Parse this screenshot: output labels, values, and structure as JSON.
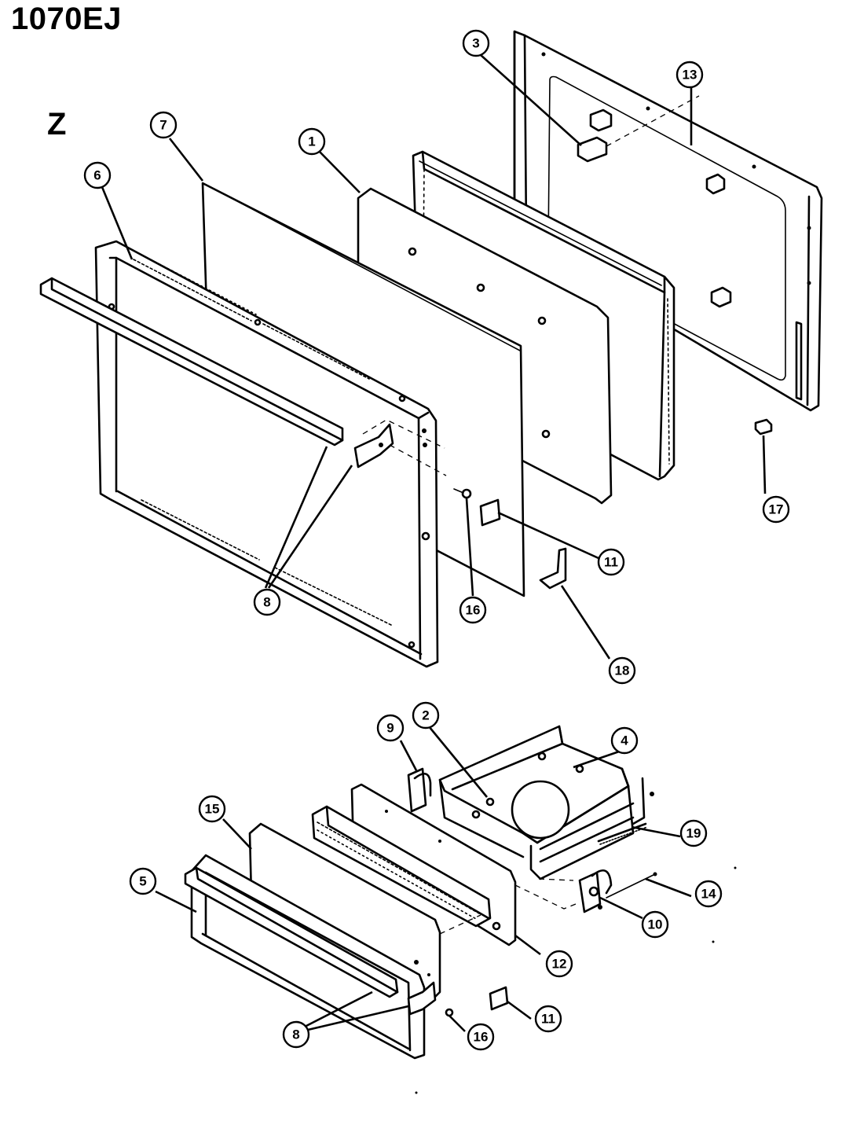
{
  "header": {
    "model": "1070EJ",
    "section": "Z"
  },
  "callouts": [
    {
      "id": "c3a",
      "label": "3"
    },
    {
      "id": "c13",
      "label": "13"
    },
    {
      "id": "c7",
      "label": "7"
    },
    {
      "id": "c1",
      "label": "1"
    },
    {
      "id": "c6",
      "label": "6"
    },
    {
      "id": "c17",
      "label": "17"
    },
    {
      "id": "c11a",
      "label": "11"
    },
    {
      "id": "c8a",
      "label": "8"
    },
    {
      "id": "c16a",
      "label": "16"
    },
    {
      "id": "c18",
      "label": "18"
    },
    {
      "id": "c9",
      "label": "9"
    },
    {
      "id": "c2",
      "label": "2"
    },
    {
      "id": "c4",
      "label": "4"
    },
    {
      "id": "c15",
      "label": "15"
    },
    {
      "id": "c19",
      "label": "19"
    },
    {
      "id": "c5",
      "label": "5"
    },
    {
      "id": "c14",
      "label": "14"
    },
    {
      "id": "c10",
      "label": "10"
    },
    {
      "id": "c12",
      "label": "12"
    },
    {
      "id": "c11b",
      "label": "11"
    },
    {
      "id": "c8b",
      "label": "8"
    },
    {
      "id": "c16b",
      "label": "16"
    }
  ]
}
